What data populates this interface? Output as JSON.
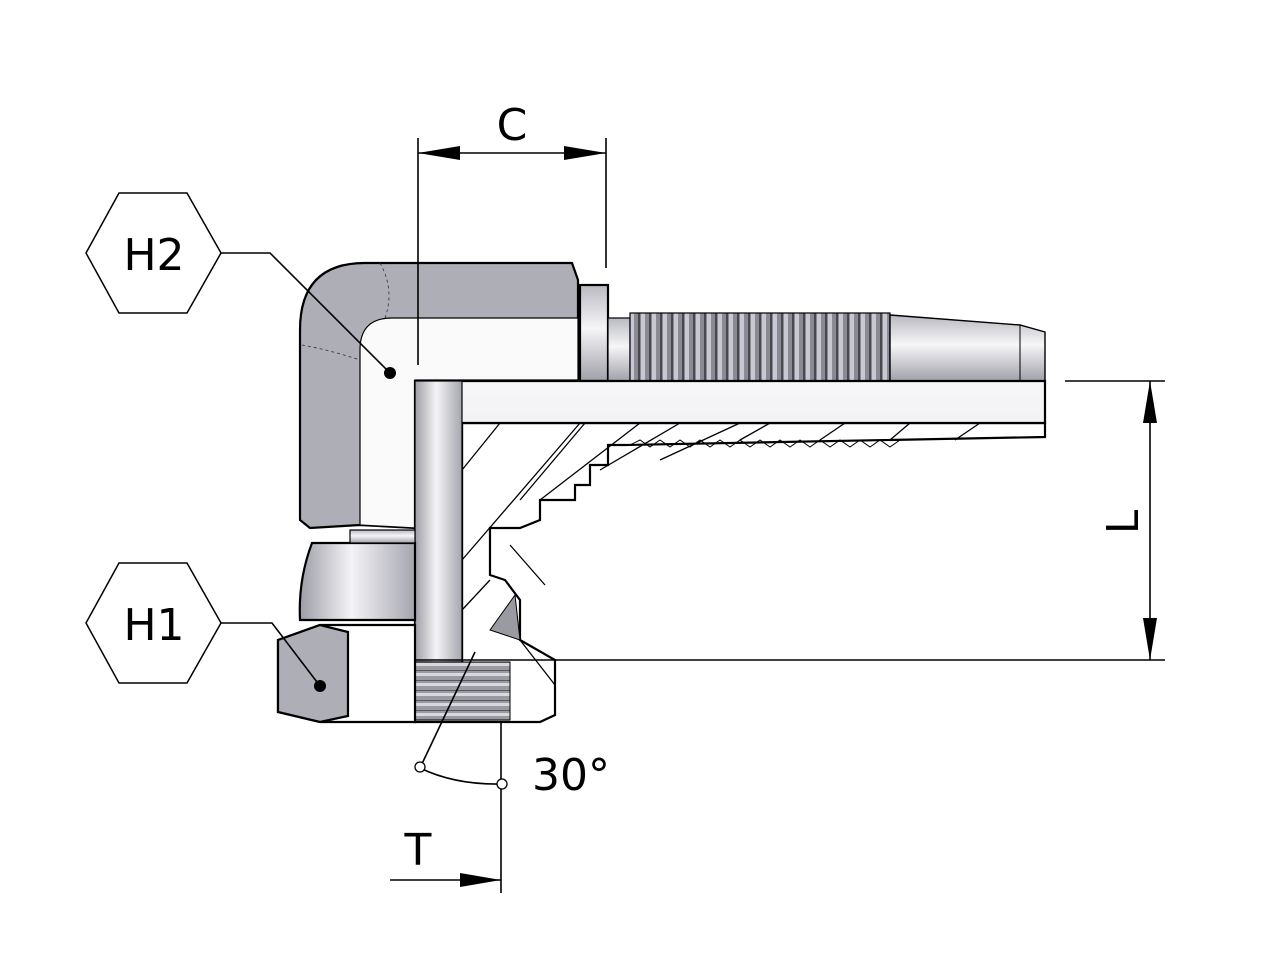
{
  "labels": {
    "hex_top": "H2",
    "hex_bottom": "H1",
    "dim_c": "C",
    "dim_l": "L",
    "dim_t": "T",
    "angle": "30°"
  },
  "colors": {
    "metal": "#a9a9b1",
    "metal_light": "#eeeef2",
    "thread": "#6e6e78"
  }
}
